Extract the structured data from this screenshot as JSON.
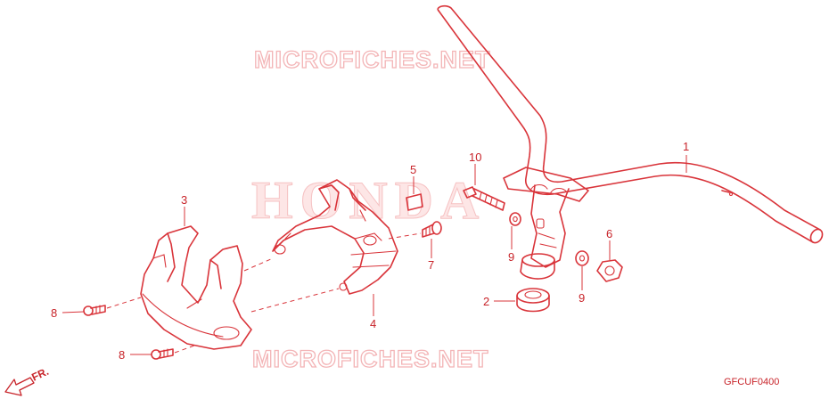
{
  "watermark": {
    "top": "MICROFICHES.NET",
    "bottom": "MICROFICHES.NET",
    "brand": "HONDA"
  },
  "diagram_code": "GFCUF0400",
  "direction_label": "FR.",
  "callouts": [
    {
      "id": "c1",
      "label": "1"
    },
    {
      "id": "c2",
      "label": "2"
    },
    {
      "id": "c3",
      "label": "3"
    },
    {
      "id": "c4",
      "label": "4"
    },
    {
      "id": "c5",
      "label": "5"
    },
    {
      "id": "c6",
      "label": "6"
    },
    {
      "id": "c7",
      "label": "7"
    },
    {
      "id": "c8a",
      "label": "8"
    },
    {
      "id": "c8b",
      "label": "8"
    },
    {
      "id": "c9a",
      "label": "9"
    },
    {
      "id": "c9b",
      "label": "9"
    },
    {
      "id": "c10",
      "label": "10"
    }
  ],
  "colors": {
    "line": "#d9343a",
    "watermark": "#f3b4b6"
  }
}
